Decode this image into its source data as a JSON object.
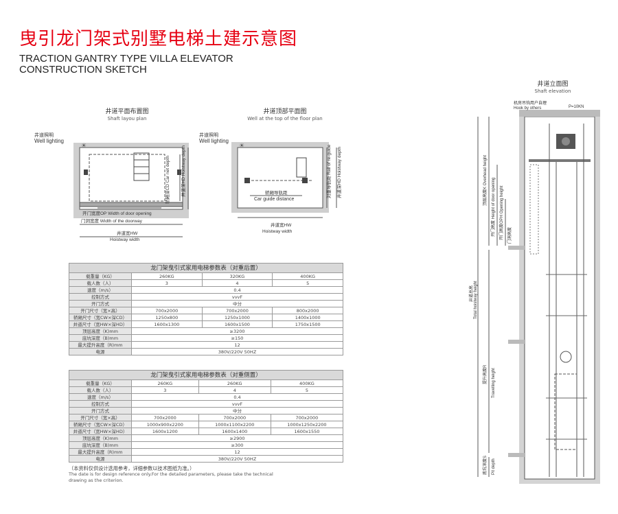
{
  "title_cn": "曳引龙门架式别墅电梯土建示意图",
  "title_en_1": "TRACTION GANTRY TYPE VILLA ELEVATOR",
  "title_en_2": "CONSTRUCTION SKETCH",
  "plan": {
    "title_cn": "井道平面布置图",
    "title_en": "Shaft layou plan",
    "lighting_cn": "井道照明",
    "lighting_en": "Well lighting",
    "car_depth": "轿厢深CD  Car net depth",
    "hoistway_depth": "井道深HD  Hoistway depth",
    "door_opening": "开门宽度OP  Width of door opening",
    "doorway_width": "门洞宽度  Width of the doorway",
    "hoistway_width_cn": "井道宽HW",
    "hoistway_width_en": "Hoistway width"
  },
  "top": {
    "title_cn": "井道顶部平面图",
    "title_en": "Well at the top of the floor plan",
    "lighting_cn": "井道照明",
    "lighting_en": "Well lighting",
    "car_guide_cn": "轿厢导轨距",
    "car_guide_en": "Car guide distance",
    "rail_distance": "对重导轨距  Rail of re-guide",
    "hoistway_depth": "井道深HD  Hoistway depth",
    "hoistway_width_cn": "井道宽HW",
    "hoistway_width_en": "Hoistway width"
  },
  "elevation": {
    "title_cn": "井道立面图",
    "title_en": "Shaft elevation",
    "hook_cn": "机房吊钩用户自理",
    "hook_en": "Hook  by others",
    "load": "P=10KN",
    "overhead": "顶层高度K  Overhead height",
    "door_height": "开门高度  Height of door opening",
    "opening_height": "开门高度OPH  Opening height",
    "door_hole": "门洞高度",
    "total_height_cn": "井道总高",
    "total_height_en": "Total hoistway height",
    "travel_cn": "提升高度R",
    "travel_en": "Travelling height",
    "pit_cn": "底坑深度S",
    "pit_en": "Pit depth"
  },
  "table1": {
    "title": "龙门架曳引式家用电梯参数表（对重后置）",
    "rows": [
      {
        "label": "载重量（KG）",
        "cells": [
          "260KG",
          "320KG",
          "400KG"
        ]
      },
      {
        "label": "载人数（人）",
        "cells": [
          "3",
          "4",
          "5"
        ]
      },
      {
        "label": "速度（m/s）",
        "cells": [
          "0.4"
        ]
      },
      {
        "label": "控制方式",
        "cells": [
          "vvvF"
        ]
      },
      {
        "label": "开门方式",
        "cells": [
          "中分"
        ]
      },
      {
        "label": "开门尺寸（宽×高）",
        "cells": [
          "700x2000",
          "700x2000",
          "800x2000"
        ]
      },
      {
        "label": "轿厢尺寸（宽CW×深CD）",
        "cells": [
          "1250x800",
          "1250x1000",
          "1400x1000"
        ]
      },
      {
        "label": "井道尺寸（宽HW×深HD）",
        "cells": [
          "1600x1300",
          "1600x1500",
          "1750x1500"
        ]
      },
      {
        "label": "顶层高度（K)mm",
        "cells": [
          "≥3200"
        ]
      },
      {
        "label": "底坑深度（B)mm",
        "cells": [
          "≥150"
        ]
      },
      {
        "label": "最大提升高度（R)mm",
        "cells": [
          "12"
        ]
      },
      {
        "label": "电源",
        "cells": [
          "380V/220V 50HZ"
        ]
      }
    ]
  },
  "table2": {
    "title": "龙门架曳引式家用电梯参数表（对重侧置）",
    "rows": [
      {
        "label": "载重量（KG）",
        "cells": [
          "260KG",
          "260KG",
          "400KG"
        ]
      },
      {
        "label": "载人数（人）",
        "cells": [
          "3",
          "4",
          "5"
        ]
      },
      {
        "label": "速度（m/s）",
        "cells": [
          "0.4"
        ]
      },
      {
        "label": "控制方式",
        "cells": [
          "vvvF"
        ]
      },
      {
        "label": "开门方式",
        "cells": [
          "中分"
        ]
      },
      {
        "label": "开门尺寸（宽×高）",
        "cells": [
          "700x2000",
          "700x2000",
          "700x2000"
        ]
      },
      {
        "label": "轿厢尺寸（宽CW×深CD）",
        "cells": [
          "1000x900x2200",
          "1000x1100x2200",
          "1000x1250x2200"
        ]
      },
      {
        "label": "井道尺寸（宽HW×深HD）",
        "cells": [
          "1600x1200",
          "1600x1400",
          "1600x1550"
        ]
      },
      {
        "label": "顶层高度（K)mm",
        "cells": [
          "≥2900"
        ]
      },
      {
        "label": "底坑深度（B)mm",
        "cells": [
          "≥300"
        ]
      },
      {
        "label": "最大提升高度（R)mm",
        "cells": [
          "12"
        ]
      },
      {
        "label": "电源",
        "cells": [
          "380V/220V 50HZ"
        ]
      }
    ]
  },
  "note_cn": "（本资料仅供设计选用参考，详细参数以技术图纸为准。）",
  "note_en_1": "The date is for design reference only.For the detailed parameters, please take the technical",
  "note_en_2": "drawing as the criterion."
}
